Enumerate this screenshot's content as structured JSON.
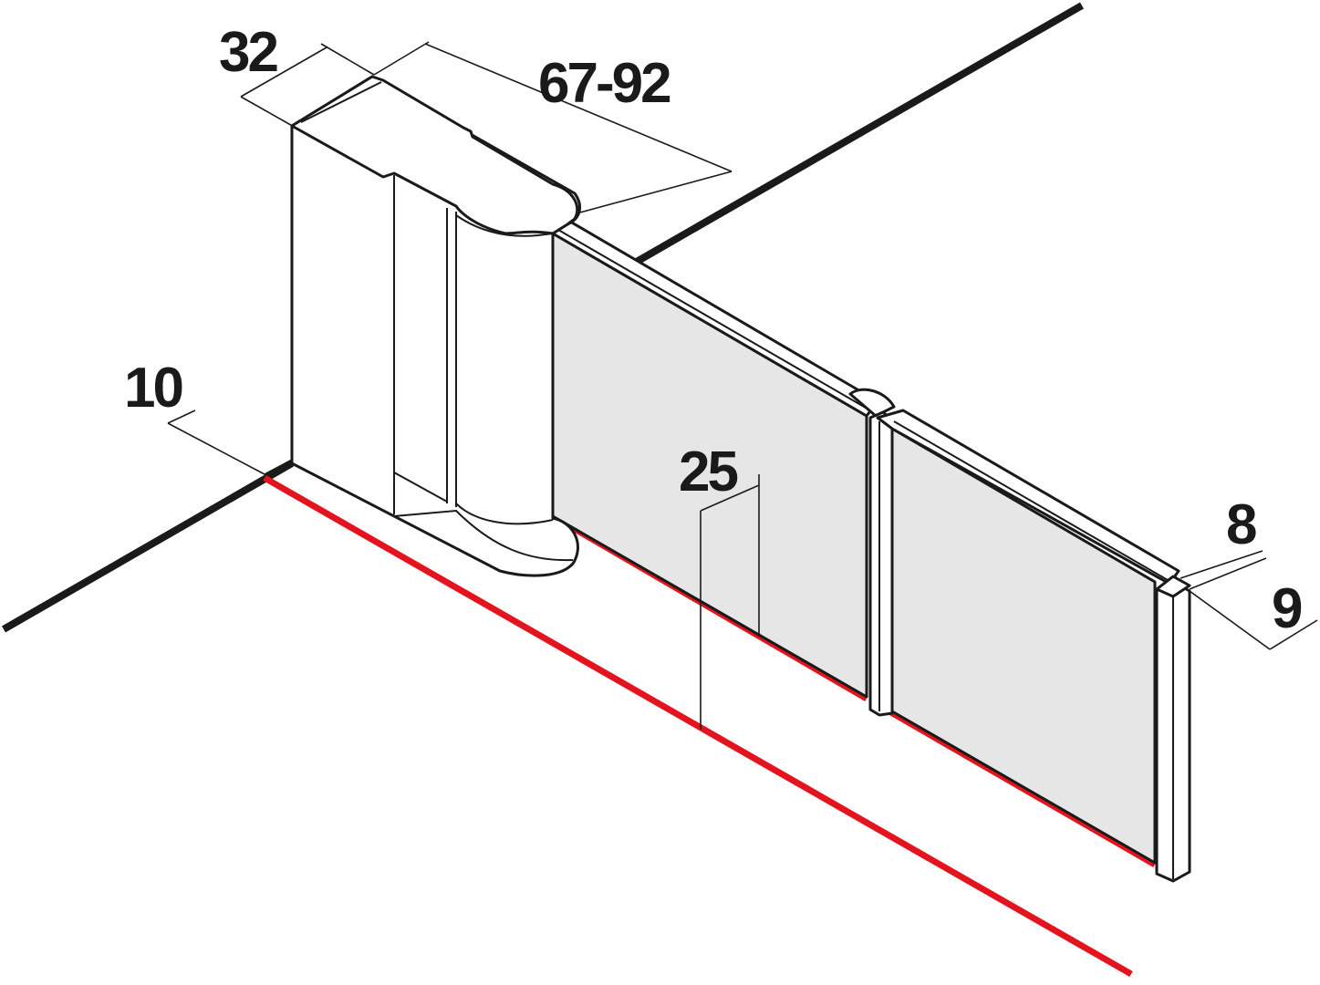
{
  "dimensions": {
    "profile_depth": "32",
    "adjustment_range": "67-92",
    "wall_offset": "10",
    "glass_gap": "25",
    "end_profile_depth": "8",
    "end_profile_width": "9"
  },
  "colors": {
    "outline": "#1a1a1a",
    "glass_fill": "#e6e6e6",
    "floor_line": "#e3141d",
    "background": "#ffffff"
  }
}
